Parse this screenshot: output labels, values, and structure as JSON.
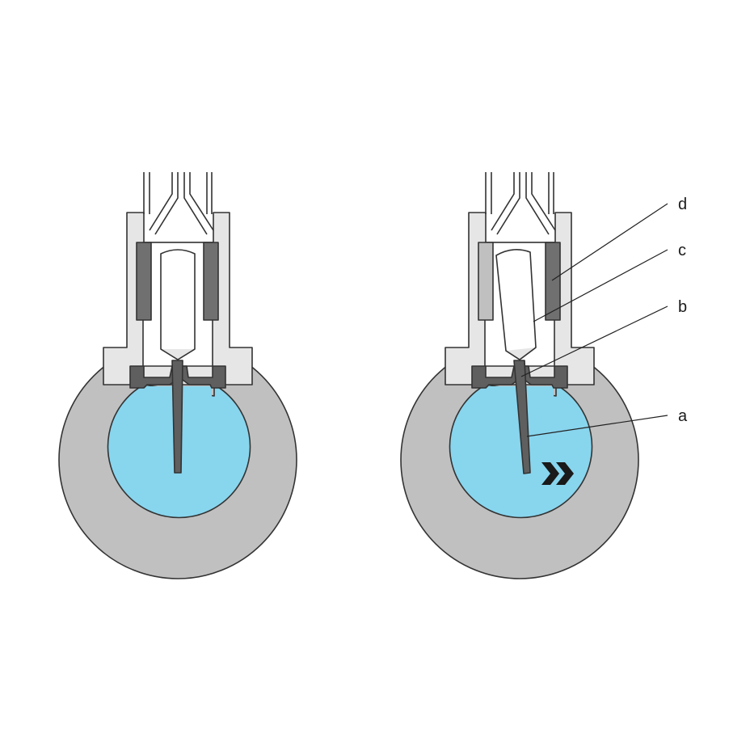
{
  "colors": {
    "housing": "#c0c0c0",
    "body_light": "#e6e6e6",
    "fluid": "#88d5ee",
    "metal_dark": "#5f5f5f",
    "coil": "#707070",
    "outline": "#333333",
    "arrow": "#1a1a1a"
  },
  "labels": {
    "a": "a",
    "b": "b",
    "c": "c",
    "d": "d"
  },
  "flow_arrow_icon": "double-chevron-right-icon"
}
